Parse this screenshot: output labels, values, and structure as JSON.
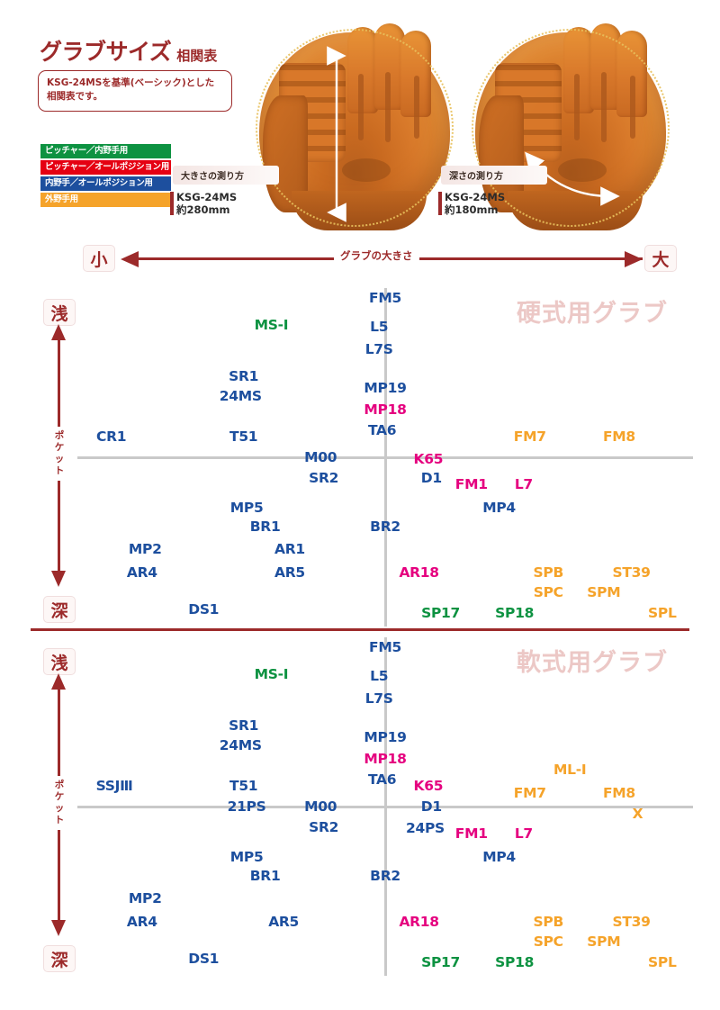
{
  "header": {
    "title_main": "グラブサイズ",
    "title_sub": "相関表",
    "note_line1": "KSG-24MSを基準(ベーシック)とした",
    "note_line2": "相関表です。"
  },
  "legend": {
    "items": [
      {
        "label": "ピッチャー／内野手用",
        "color": "#0d9241"
      },
      {
        "label": "ピッチャー／オールポジション用",
        "color": "#e50012"
      },
      {
        "label": "内野手／オールポジション用",
        "color": "#1d4f9e"
      },
      {
        "label": "外野手用",
        "color": "#f5a32a"
      }
    ]
  },
  "photos": [
    {
      "caption": "大きさの測り方",
      "model": "KSG-24MS",
      "value": "約280mm",
      "arrow": "vertical-size-arrow"
    },
    {
      "caption": "深さの測り方",
      "model": "KSG-24MS",
      "value": "約180mm",
      "arrow": "diagonal-depth-arrow"
    }
  ],
  "size_axis": {
    "left_cap": "小",
    "right_cap": "大",
    "label": "グラブの大きさ"
  },
  "pocket_axis": {
    "top_cap": "浅",
    "bottom_cap": "深",
    "label": "ポケット"
  },
  "colors": {
    "navy": "#1d4f9e",
    "green": "#0d9241",
    "magenta": "#e5007f",
    "orange": "#f5a32a",
    "accent_red": "#9c2a2a",
    "grid": "#c9c9c9",
    "watermark": "#ecc8c6"
  },
  "chart_data": [
    {
      "type": "scatter",
      "title": "硬式用グラブ",
      "xlabel": "グラブの大きさ",
      "ylabel": "ポケット",
      "xlim": [
        0,
        100
      ],
      "ylim": [
        0,
        100
      ],
      "grid": true,
      "origin": {
        "x": 50,
        "y": 50
      },
      "legend_position": "top-left",
      "points": [
        {
          "label": "FM5",
          "x": 50,
          "y": 97,
          "color": "navy"
        },
        {
          "label": "MS-I",
          "x": 31.5,
          "y": 89,
          "color": "green"
        },
        {
          "label": "L5",
          "x": 49,
          "y": 88.5,
          "color": "navy"
        },
        {
          "label": "L7S",
          "x": 49,
          "y": 82,
          "color": "navy"
        },
        {
          "label": "SR1",
          "x": 27,
          "y": 74,
          "color": "navy"
        },
        {
          "label": "MP19",
          "x": 50,
          "y": 70.5,
          "color": "navy"
        },
        {
          "label": "24MS",
          "x": 26.5,
          "y": 68,
          "color": "navy"
        },
        {
          "label": "MP18",
          "x": 50,
          "y": 64,
          "color": "magenta"
        },
        {
          "label": "TA6",
          "x": 49.5,
          "y": 58,
          "color": "navy"
        },
        {
          "label": "CR1",
          "x": 5.5,
          "y": 56,
          "color": "navy"
        },
        {
          "label": "T51",
          "x": 27,
          "y": 56,
          "color": "navy"
        },
        {
          "label": "FM7",
          "x": 73.5,
          "y": 56,
          "color": "orange"
        },
        {
          "label": "FM8",
          "x": 88,
          "y": 56,
          "color": "orange"
        },
        {
          "label": "M00",
          "x": 39.5,
          "y": 50,
          "color": "navy"
        },
        {
          "label": "K65",
          "x": 57,
          "y": 49.5,
          "color": "magenta"
        },
        {
          "label": "SR2",
          "x": 40,
          "y": 44,
          "color": "navy"
        },
        {
          "label": "D1",
          "x": 57.5,
          "y": 44,
          "color": "navy"
        },
        {
          "label": "FM1",
          "x": 64,
          "y": 42,
          "color": "magenta"
        },
        {
          "label": "L7",
          "x": 72.5,
          "y": 42,
          "color": "magenta"
        },
        {
          "label": "MP5",
          "x": 27.5,
          "y": 35,
          "color": "navy"
        },
        {
          "label": "MP4",
          "x": 68.5,
          "y": 35,
          "color": "navy"
        },
        {
          "label": "BR1",
          "x": 30.5,
          "y": 29.5,
          "color": "navy"
        },
        {
          "label": "BR2",
          "x": 50,
          "y": 29.5,
          "color": "navy"
        },
        {
          "label": "MP2",
          "x": 11,
          "y": 23,
          "color": "navy"
        },
        {
          "label": "AR1",
          "x": 34.5,
          "y": 23,
          "color": "navy"
        },
        {
          "label": "AR4",
          "x": 10.5,
          "y": 16,
          "color": "navy"
        },
        {
          "label": "AR5",
          "x": 34.5,
          "y": 16,
          "color": "navy"
        },
        {
          "label": "AR18",
          "x": 55.5,
          "y": 16,
          "color": "magenta"
        },
        {
          "label": "SPB",
          "x": 76.5,
          "y": 16,
          "color": "orange"
        },
        {
          "label": "ST39",
          "x": 90,
          "y": 16,
          "color": "orange"
        },
        {
          "label": "SPC",
          "x": 76.5,
          "y": 10,
          "color": "orange"
        },
        {
          "label": "SPM",
          "x": 85.5,
          "y": 10,
          "color": "orange"
        },
        {
          "label": "DS1",
          "x": 20.5,
          "y": 5,
          "color": "navy"
        },
        {
          "label": "SP17",
          "x": 59,
          "y": 4,
          "color": "green"
        },
        {
          "label": "SP18",
          "x": 71,
          "y": 4,
          "color": "green"
        },
        {
          "label": "SPL",
          "x": 95,
          "y": 4,
          "color": "orange"
        }
      ]
    },
    {
      "type": "scatter",
      "title": "軟式用グラブ",
      "xlabel": "グラブの大きさ",
      "ylabel": "ポケット",
      "xlim": [
        0,
        100
      ],
      "ylim": [
        0,
        100
      ],
      "grid": true,
      "origin": {
        "x": 50,
        "y": 50
      },
      "legend_position": "top-left",
      "points": [
        {
          "label": "FM5",
          "x": 50,
          "y": 97,
          "color": "navy"
        },
        {
          "label": "MS-I",
          "x": 31.5,
          "y": 89,
          "color": "green"
        },
        {
          "label": "L5",
          "x": 49,
          "y": 88.5,
          "color": "navy"
        },
        {
          "label": "L7S",
          "x": 49,
          "y": 82,
          "color": "navy"
        },
        {
          "label": "SR1",
          "x": 27,
          "y": 74,
          "color": "navy"
        },
        {
          "label": "MP19",
          "x": 50,
          "y": 70.5,
          "color": "navy"
        },
        {
          "label": "24MS",
          "x": 26.5,
          "y": 68,
          "color": "navy"
        },
        {
          "label": "MP18",
          "x": 50,
          "y": 64,
          "color": "magenta"
        },
        {
          "label": "ML-I",
          "x": 80,
          "y": 61,
          "color": "orange"
        },
        {
          "label": "TA6",
          "x": 49.5,
          "y": 58,
          "color": "navy"
        },
        {
          "label": "K65",
          "x": 57,
          "y": 56,
          "color": "magenta"
        },
        {
          "label": "SSJⅢ",
          "x": 6,
          "y": 56,
          "color": "navy"
        },
        {
          "label": "T51",
          "x": 27,
          "y": 56,
          "color": "navy"
        },
        {
          "label": "FM7",
          "x": 73.5,
          "y": 54,
          "color": "orange"
        },
        {
          "label": "FM8",
          "x": 88,
          "y": 54,
          "color": "orange"
        },
        {
          "label": "21PS",
          "x": 27.5,
          "y": 50,
          "color": "navy"
        },
        {
          "label": "M00",
          "x": 39.5,
          "y": 50,
          "color": "navy"
        },
        {
          "label": "D1",
          "x": 57.5,
          "y": 50,
          "color": "navy"
        },
        {
          "label": "X",
          "x": 91,
          "y": 48,
          "color": "orange"
        },
        {
          "label": "SR2",
          "x": 40,
          "y": 44,
          "color": "navy"
        },
        {
          "label": "24PS",
          "x": 56.5,
          "y": 43.5,
          "color": "navy"
        },
        {
          "label": "FM1",
          "x": 64,
          "y": 42,
          "color": "magenta"
        },
        {
          "label": "L7",
          "x": 72.5,
          "y": 42,
          "color": "magenta"
        },
        {
          "label": "MP5",
          "x": 27.5,
          "y": 35,
          "color": "navy"
        },
        {
          "label": "MP4",
          "x": 68.5,
          "y": 35,
          "color": "navy"
        },
        {
          "label": "BR1",
          "x": 30.5,
          "y": 29.5,
          "color": "navy"
        },
        {
          "label": "BR2",
          "x": 50,
          "y": 29.5,
          "color": "navy"
        },
        {
          "label": "MP2",
          "x": 11,
          "y": 23,
          "color": "navy"
        },
        {
          "label": "AR4",
          "x": 10.5,
          "y": 16,
          "color": "navy"
        },
        {
          "label": "AR5",
          "x": 33.5,
          "y": 16,
          "color": "navy"
        },
        {
          "label": "AR18",
          "x": 55.5,
          "y": 16,
          "color": "magenta"
        },
        {
          "label": "SPB",
          "x": 76.5,
          "y": 16,
          "color": "orange"
        },
        {
          "label": "ST39",
          "x": 90,
          "y": 16,
          "color": "orange"
        },
        {
          "label": "SPC",
          "x": 76.5,
          "y": 10,
          "color": "orange"
        },
        {
          "label": "SPM",
          "x": 85.5,
          "y": 10,
          "color": "orange"
        },
        {
          "label": "DS1",
          "x": 20.5,
          "y": 5,
          "color": "navy"
        },
        {
          "label": "SP17",
          "x": 59,
          "y": 4,
          "color": "green"
        },
        {
          "label": "SP18",
          "x": 71,
          "y": 4,
          "color": "green"
        },
        {
          "label": "SPL",
          "x": 95,
          "y": 4,
          "color": "orange"
        }
      ]
    }
  ]
}
